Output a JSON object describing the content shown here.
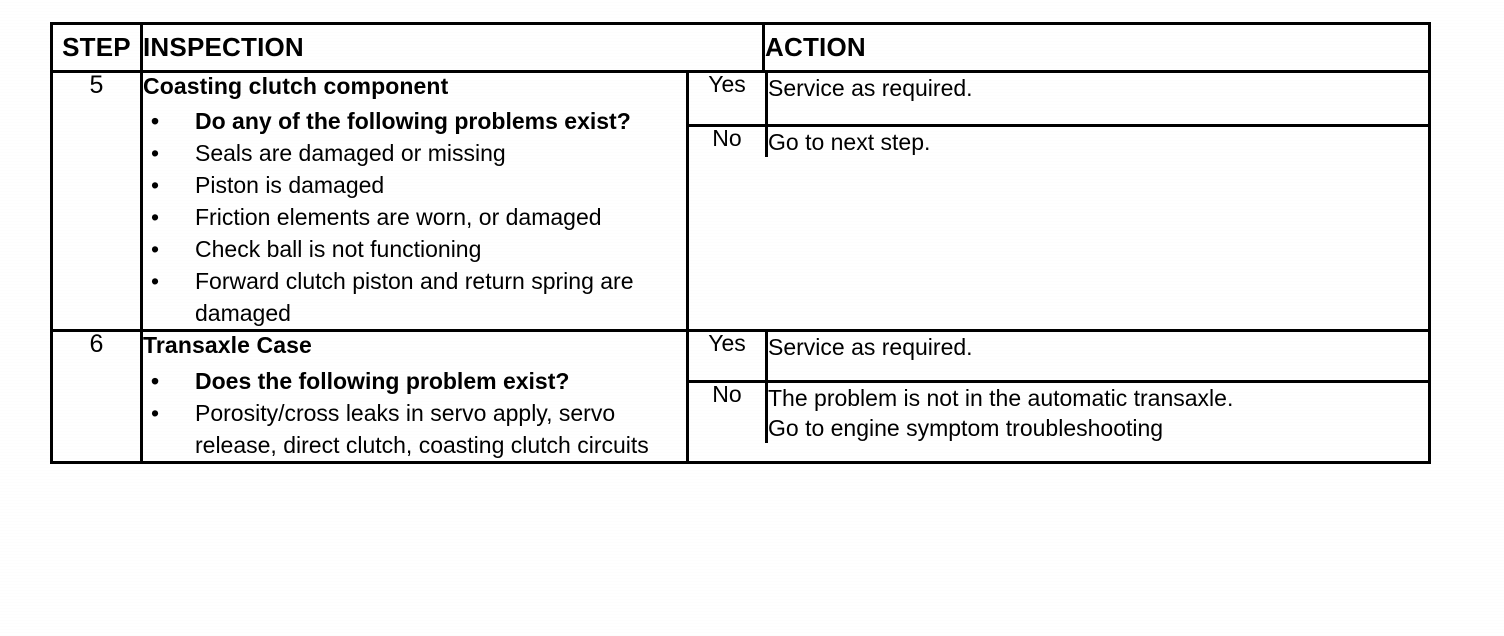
{
  "document": {
    "type": "diagnostic-troubleshooting-table",
    "headers": {
      "step": "STEP",
      "inspection": "INSPECTION",
      "result": "",
      "action": "ACTION"
    }
  },
  "rows": [
    {
      "step": "5",
      "title": "Coasting clutch component",
      "bullets": [
        {
          "text": "Do any of the following problems exist?",
          "bold": true
        },
        {
          "text": "Seals are damaged or missing",
          "bold": false
        },
        {
          "text": "Piston is damaged",
          "bold": false
        },
        {
          "text": "Friction elements are worn, or damaged",
          "bold": false
        },
        {
          "text": "Check ball is not functioning",
          "bold": false
        },
        {
          "text": "Forward clutch piston and return spring are damaged",
          "bold": false
        }
      ],
      "outcomes": [
        {
          "label": "Yes",
          "action": "Service as required."
        },
        {
          "label": "No",
          "action": "Go to next step."
        }
      ]
    },
    {
      "step": "6",
      "title": "Transaxle Case",
      "bullets": [
        {
          "text": "Does the following problem exist?",
          "bold": true
        },
        {
          "text": "Porosity/cross leaks in servo apply, servo release, direct clutch, coasting clutch circuits",
          "bold": false
        }
      ],
      "outcomes": [
        {
          "label": "Yes",
          "action": "Service as required."
        },
        {
          "label": "No",
          "action": "The problem is not in the automatic transaxle.\nGo to engine symptom troubleshooting"
        }
      ]
    }
  ],
  "glyphs": {
    "bullet": "•"
  },
  "colors": {
    "ink": "#000000",
    "paper": "#ffffff"
  }
}
